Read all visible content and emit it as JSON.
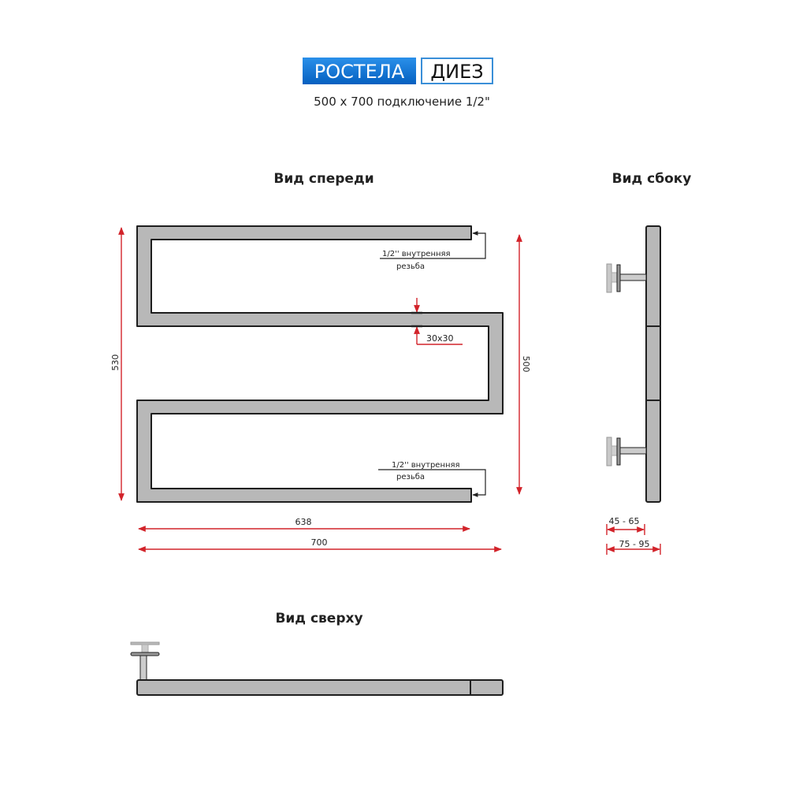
{
  "header": {
    "brand": "РОСТЕЛА",
    "model": "ДИЕЗ",
    "subtitle": "500 x 700 подключение 1/2\""
  },
  "front_view": {
    "title": "Вид спереди",
    "thread_top": {
      "line1": "1/2'' внутренняя",
      "line2": "резьба"
    },
    "thread_bottom": {
      "line1": "1/2'' внутренняя",
      "line2": "резьба"
    },
    "profile": "30x30",
    "dim_height_total": "530",
    "dim_height_axis": "500",
    "dim_width_axis": "638",
    "dim_width_total": "700"
  },
  "side_view": {
    "title": "Вид сбоку",
    "dim_wall_axis": "45 - 65",
    "dim_wall_total": "75 - 95"
  },
  "top_view": {
    "title": "Вид сверху"
  },
  "colors": {
    "brand_blue": "#0a74d6",
    "dimension_red": "#d2232a",
    "pipe_fill": "#b8b8b8"
  }
}
